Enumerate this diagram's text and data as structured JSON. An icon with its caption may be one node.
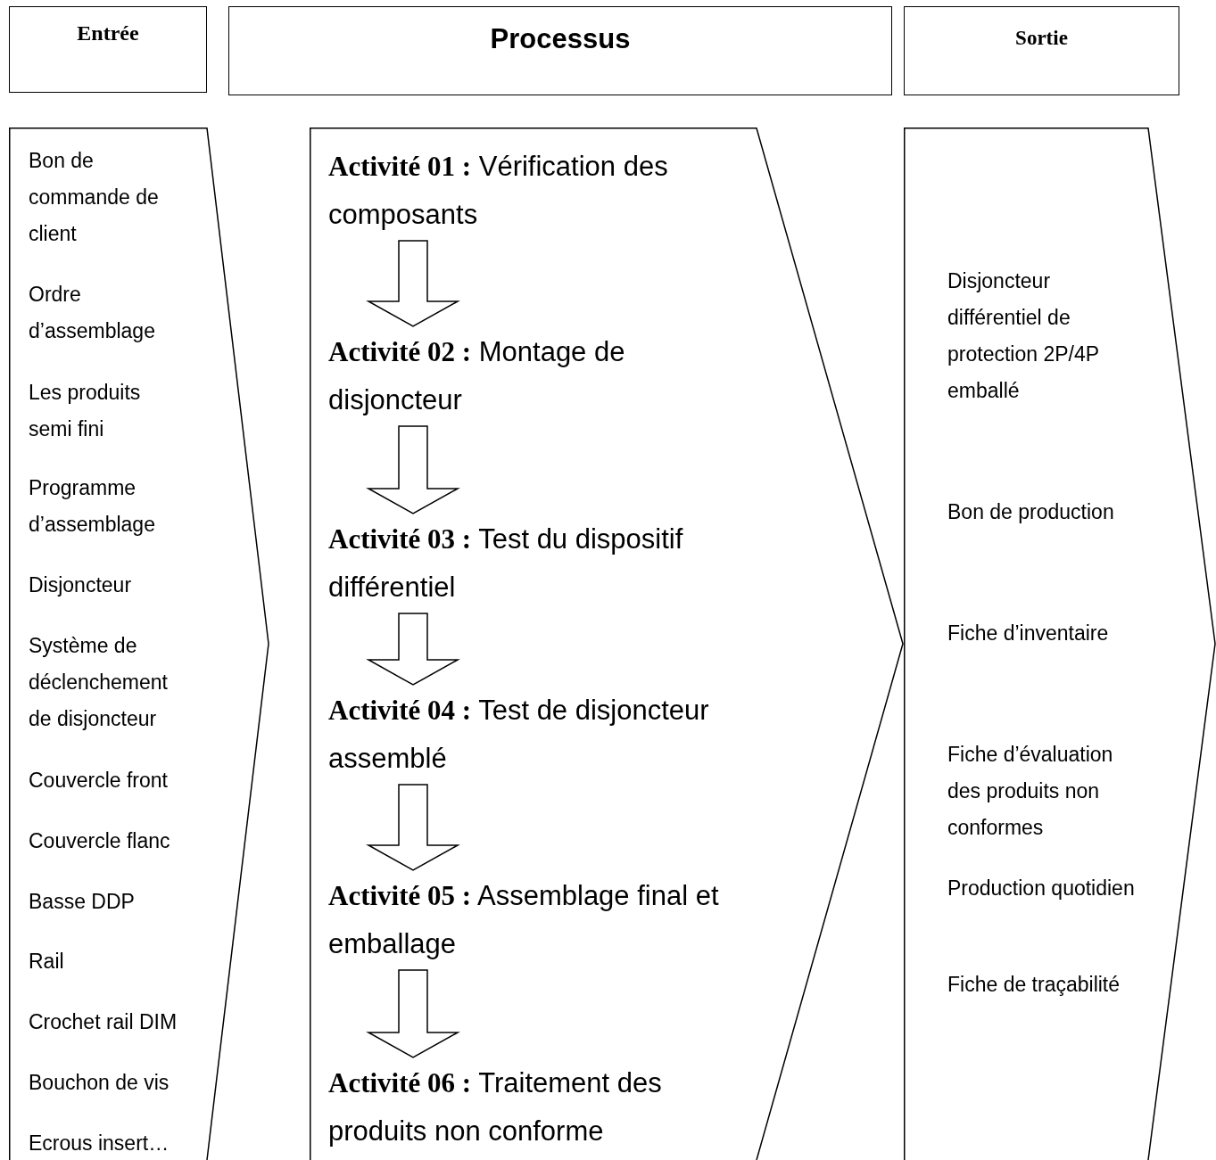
{
  "diagram": {
    "nodes": [
      {
        "text": [
          "Entrée"
        ]
      },
      {
        "text": [
          "Processus"
        ]
      },
      {
        "text": [
          "Sortie"
        ]
      },
      {
        "text": [
          "Bon de commande de client",
          "Ordre d’assemblage",
          "Les produits semi fini",
          "Programme d’assemblage",
          "Disjoncteur",
          "Système de déclenchement de disjoncteur",
          "Couvercle front",
          "Couvercle flanc",
          "Basse DDP",
          "Rail",
          "Crochet rail DIM",
          "Bouchon de vis",
          "Ecrous insert…"
        ]
      },
      {
        "text": [],
        "shape": "chevron"
      },
      {
        "text": [
          "**Activité 01 :** Vérification des composants"
        ],
        "in": 4
      },
      {
        "text": [
          "**Activité 02 :** Montage de disjoncteur"
        ],
        "in": 4
      },
      {
        "text": [
          "**Activité 03 :** Test du dispositif différentiel"
        ],
        "in": 4
      },
      {
        "text": [
          "**Activité 04 :** Test de disjoncteur assemblé"
        ],
        "in": 4
      },
      {
        "text": [
          "**Activité 05 :** Assemblage final et emballage"
        ],
        "in": 4
      },
      {
        "text": [
          "**Activité 06 :** Traitement des produits non conforme"
        ],
        "in": 4
      },
      {
        "text": [
          "Disjoncteur différentiel de protection 2P/4P emballé",
          "Bon de production",
          "Fiche d’inventaire",
          "Fiche d’évaluation des produits non conformes",
          "Production quotidien",
          "Fiche de traçabilité"
        ]
      }
    ],
    "edges": [
      {
        "from": 5,
        "to": 6,
        "arrow": "to"
      },
      {
        "from": 6,
        "to": 7,
        "arrow": "to"
      },
      {
        "from": 7,
        "to": 8,
        "arrow": "to"
      },
      {
        "from": 8,
        "to": 9,
        "arrow": "to"
      },
      {
        "from": 9,
        "to": 10,
        "arrow": "to"
      }
    ]
  }
}
